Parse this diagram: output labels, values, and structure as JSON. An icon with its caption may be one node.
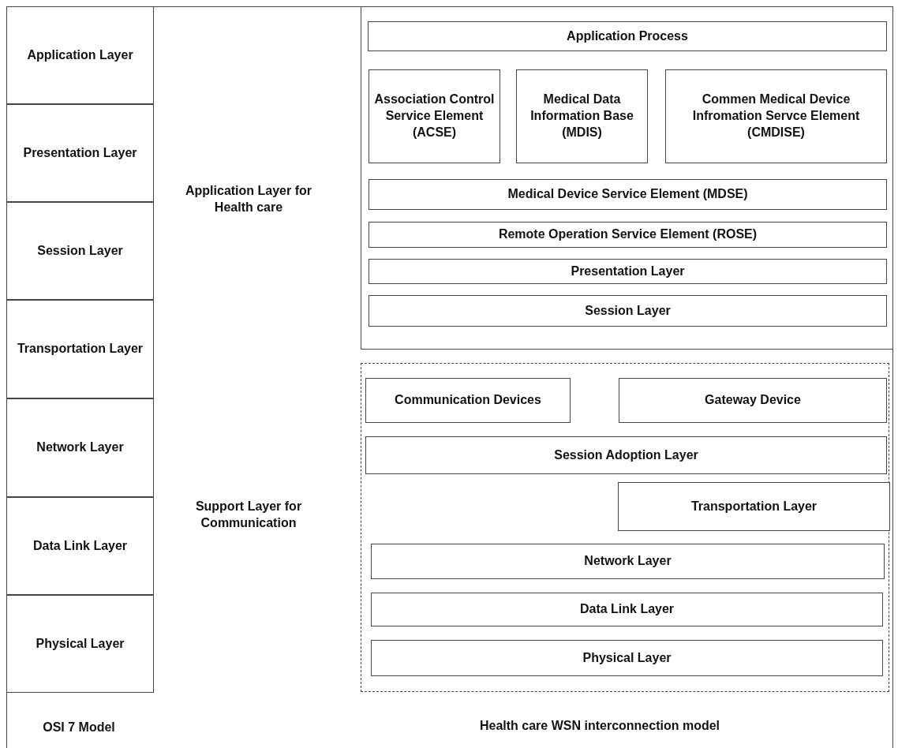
{
  "diagram": {
    "nodes": [
      {
        "text": [
          "Application Layer"
        ]
      },
      {
        "text": [
          "Presentation Layer"
        ]
      },
      {
        "text": [
          "Session Layer"
        ]
      },
      {
        "text": [
          "Transportation Layer"
        ]
      },
      {
        "text": [
          "Network Layer"
        ]
      },
      {
        "text": [
          "Data Link Layer"
        ]
      },
      {
        "text": [
          "Physical Layer"
        ]
      },
      {
        "text": [],
        "shape": "box"
      },
      {
        "text": [
          "Application Process"
        ],
        "in": 7
      },
      {
        "text": [
          "Association Control Service Element (ACSE)"
        ],
        "in": 7
      },
      {
        "text": [
          "Medical Data Information Base (MDIS)"
        ],
        "in": 7
      },
      {
        "text": [
          "Commen Medical Device Infromation Servce Element (CMDISE)"
        ],
        "in": 7
      },
      {
        "text": [
          "Medical Device Service Element (MDSE)"
        ],
        "in": 7
      },
      {
        "text": [
          "Remote Operation Service Element (ROSE)"
        ],
        "in": 7
      },
      {
        "text": [
          "Presentation Layer"
        ],
        "in": 7
      },
      {
        "text": [
          "Session Layer"
        ],
        "in": 7
      },
      {
        "text": [],
        "shape": "box"
      },
      {
        "text": [
          "Communication Devices"
        ],
        "in": 16
      },
      {
        "text": [
          "Gateway Device"
        ],
        "in": 16
      },
      {
        "text": [
          "Session Adoption Layer"
        ],
        "in": 16
      },
      {
        "text": [
          "Transportation Layer"
        ],
        "in": 16
      },
      {
        "text": [
          "Network Layer"
        ],
        "in": 16
      },
      {
        "text": [
          "Data Link Layer"
        ],
        "in": 16
      },
      {
        "text": [
          "Physical Layer"
        ],
        "in": 16
      }
    ],
    "labels": [
      "Application Layer for Health care",
      "Support Layer for Communication",
      "OSI 7 Model",
      "Health care WSN interconnection model"
    ]
  }
}
